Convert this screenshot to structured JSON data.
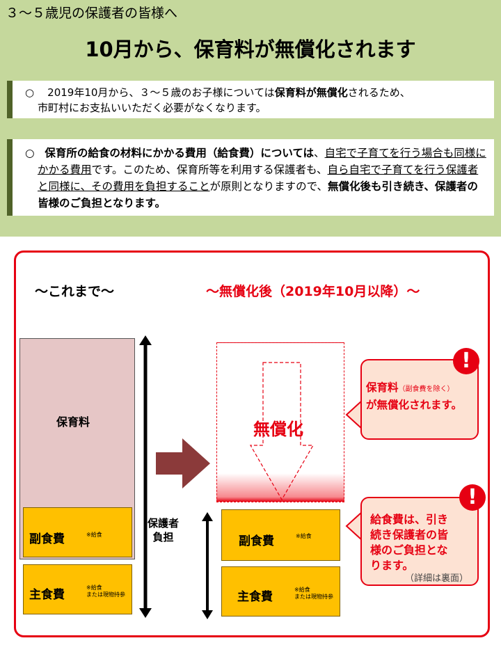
{
  "header": {
    "subtitle": "３～５歳児の保護者の皆様へ",
    "title": "10月から、保育料が無償化されます"
  },
  "notice1": {
    "mark": "○",
    "text_a": "2019年10月から、３～５歳のお子様については",
    "text_bold": "保育料が無償化",
    "text_b": "されるため、",
    "line2": "市町村にお支払いいただく必要がなくなります。"
  },
  "notice2": {
    "mark": "○",
    "bold_a": "保育所の給食の材料にかかる費用（給食費）については",
    "comma": "、",
    "ul_a": "自宅で子育てを行う場合も同様にかかる費用",
    "text_a": "です。このため、保育所等を利用する保護者も、",
    "ul_b": "自ら自宅で子育てを行う保護者と同様に、その費用を負担すること",
    "text_b": "が原則となりますので、",
    "bold_b": "無償化後も引き続き、保護者の皆様のご負担となります。"
  },
  "before": {
    "label": "～これまで～",
    "hoikuryo": "保育料",
    "fukushoku": "副食費",
    "fukushoku_note": "※給食",
    "shushoku": "主食費",
    "shushoku_note_1": "※給食",
    "shushoku_note_2": "または現物持参"
  },
  "arrow_label": [
    "保護者",
    "負担"
  ],
  "after": {
    "label": "～無償化後（2019年10月以降）～",
    "musho": "無償化",
    "fukushoku": "副食費",
    "fukushoku_note": "※給食",
    "shushoku": "主食費",
    "shushoku_note_1": "※給食",
    "shushoku_note_2": "または現物持参"
  },
  "bubble1": {
    "title": "保育料",
    "small": "（副食費を除く）",
    "line2": "が無償化されます。"
  },
  "bubble2": {
    "lines": [
      "給食費は、引き",
      "続き保護者の皆",
      "様のご負担とな",
      "ります。"
    ],
    "note": "（詳細は裏面）"
  },
  "warn_mark": "!",
  "colors": {
    "header_bg": "#c5d89c",
    "accent_red": "#e60012",
    "fee_yellow": "#ffc000",
    "fee_pink": "#e6c6c6",
    "bubble_bg": "#fde2d3",
    "dark_arrow": "#8b3a3a",
    "border_green": "#4f6228"
  }
}
